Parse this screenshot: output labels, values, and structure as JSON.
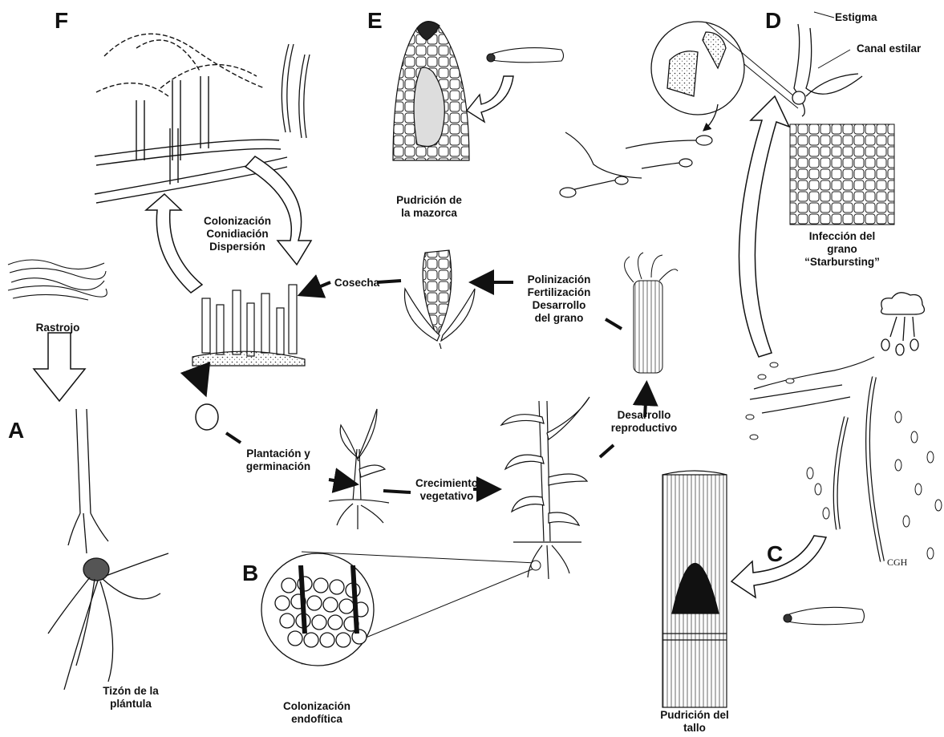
{
  "panels": {
    "a": "A",
    "b": "B",
    "c": "C",
    "d": "D",
    "e": "E",
    "f": "F"
  },
  "labels": {
    "colonizacion_lines": [
      "Colonización",
      "Conidiación",
      "Dispersión"
    ],
    "rastrojo": "Rastrojo",
    "cosecha": "Cosecha",
    "pudricion_mazorca": [
      "Pudrición de",
      "la mazorca"
    ],
    "polinizacion_lines": [
      "Polinización",
      "Fertilización",
      "Desarrollo",
      "del grano"
    ],
    "estigma": "Estigma",
    "canal_estilar": "Canal estilar",
    "infeccion_grano": [
      "Infección del",
      "grano",
      "“Starbursting”"
    ],
    "plantacion": [
      "Plantación y",
      "germinación"
    ],
    "crecimiento": [
      "Crecimiento",
      "vegetativo"
    ],
    "desarrollo_reproductivo": [
      "Desarrollo",
      "reproductivo"
    ],
    "tizon": [
      "Tizón de la",
      "plántula"
    ],
    "colonizacion_endofitica": [
      "Colonización",
      "endofítica"
    ],
    "pudricion_tallo": [
      "Pudrición del",
      "tallo"
    ],
    "signature": "CGH"
  },
  "colors": {
    "ink": "#111111",
    "paper": "#ffffff",
    "shade": "#888888"
  }
}
